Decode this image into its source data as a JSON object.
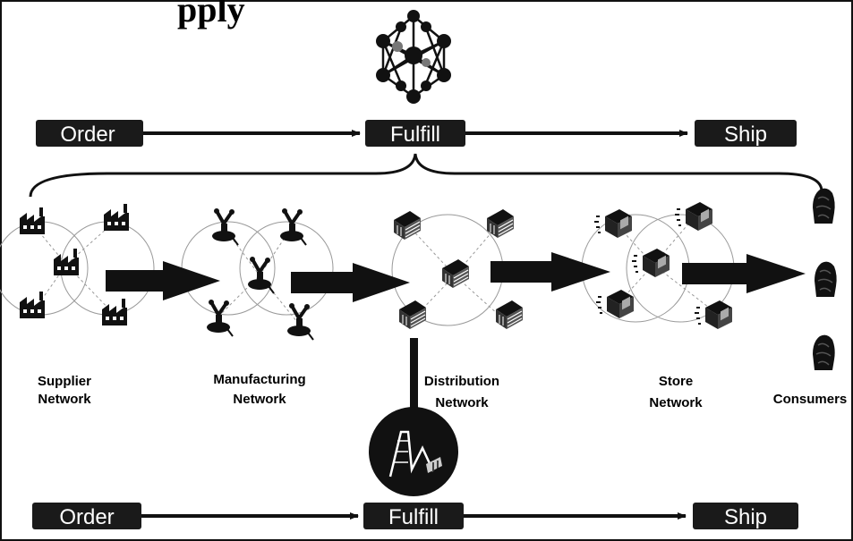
{
  "title_fragment": "pply",
  "colors": {
    "ink": "#111111",
    "paper": "#ffffff",
    "pill": "#1a1a1a"
  },
  "top_flow": {
    "order": "Order",
    "fulfill": "Fulfill",
    "ship": "Ship"
  },
  "bottom_flow": {
    "order": "Order",
    "fulfill": "Fulfill",
    "ship": "Ship"
  },
  "networks": {
    "supplier": [
      "Supplier",
      "Network"
    ],
    "manufacturing": [
      "Manufacturing",
      "Network"
    ],
    "distribution": [
      "Distribution",
      "Network"
    ],
    "store": [
      "Store",
      "Network"
    ],
    "consumers": "Consumers"
  },
  "icons": {
    "hub": "network-hub-icon",
    "supplier": "factory-icon",
    "manufacturing": "robot-arm-icon",
    "distribution": "pallet-rack-icon",
    "store": "storefront-icon",
    "consumer": "person-icon",
    "drill_down": "warehouse-interior-icon"
  }
}
